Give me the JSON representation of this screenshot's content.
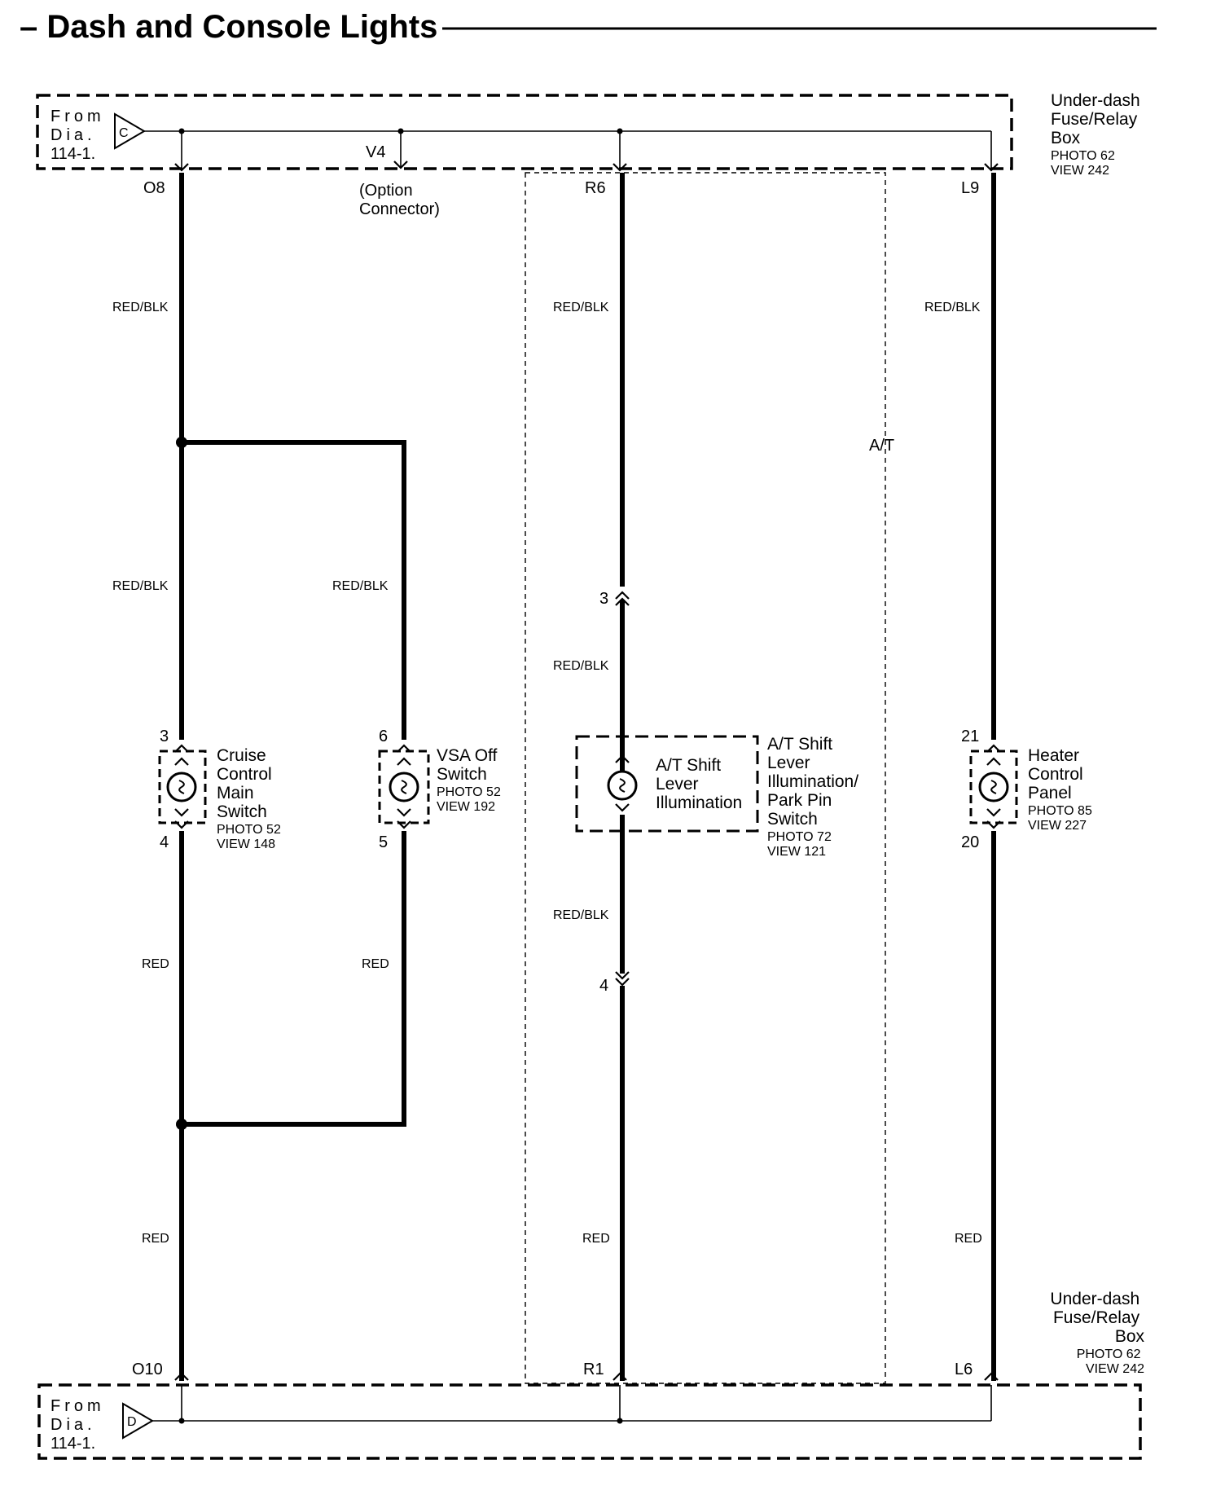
{
  "title": "– Dash and Console Lights",
  "top_source": {
    "label_lines": [
      "From",
      "Dia.",
      "114-1."
    ],
    "connector": "C",
    "box_label_lines": [
      "Under-dash",
      "Fuse/Relay",
      "Box"
    ],
    "box_ref_lines": [
      "PHOTO 62",
      "VIEW 242"
    ]
  },
  "bottom_source": {
    "label_lines": [
      "From",
      "Dia.",
      "114-1."
    ],
    "connector": "D",
    "box_label_lines": [
      "Under-dash",
      "Fuse/Relay",
      "Box"
    ],
    "box_ref_lines": [
      "PHOTO 62",
      "VIEW 242"
    ]
  },
  "option_connector": {
    "pin": "V4",
    "label_lines": [
      "(Option",
      "Connector)"
    ]
  },
  "pins": {
    "top_left": "O8",
    "top_mid": "R6",
    "top_right": "L9",
    "bottom_left": "O10",
    "bottom_mid": "R1",
    "bottom_right": "L6",
    "at_inline_top": "3",
    "at_inline_bottom": "4"
  },
  "wires": {
    "red_blk": "RED/BLK",
    "red": "RED"
  },
  "at_region_label": "A/T",
  "components": {
    "cruise": {
      "pin_top": "3",
      "pin_bottom": "4",
      "name_lines": [
        "Cruise",
        "Control",
        "Main",
        "Switch"
      ],
      "ref_lines": [
        "PHOTO 52",
        "VIEW 148"
      ]
    },
    "vsa": {
      "pin_top": "6",
      "pin_bottom": "5",
      "name_lines": [
        "VSA Off",
        "Switch"
      ],
      "ref_lines": [
        "PHOTO 52",
        "VIEW 192"
      ]
    },
    "at_shift": {
      "inner_lines": [
        "A/T Shift",
        "Lever",
        "Illumination"
      ],
      "name_lines": [
        "A/T Shift",
        "Lever",
        "Illumination/",
        "Park Pin",
        "Switch"
      ],
      "ref_lines": [
        "PHOTO 72",
        "VIEW 121"
      ]
    },
    "heater": {
      "pin_top": "21",
      "pin_bottom": "20",
      "name_lines": [
        "Heater",
        "Control",
        "Panel"
      ],
      "ref_lines": [
        "PHOTO 85",
        "VIEW 227"
      ]
    }
  }
}
